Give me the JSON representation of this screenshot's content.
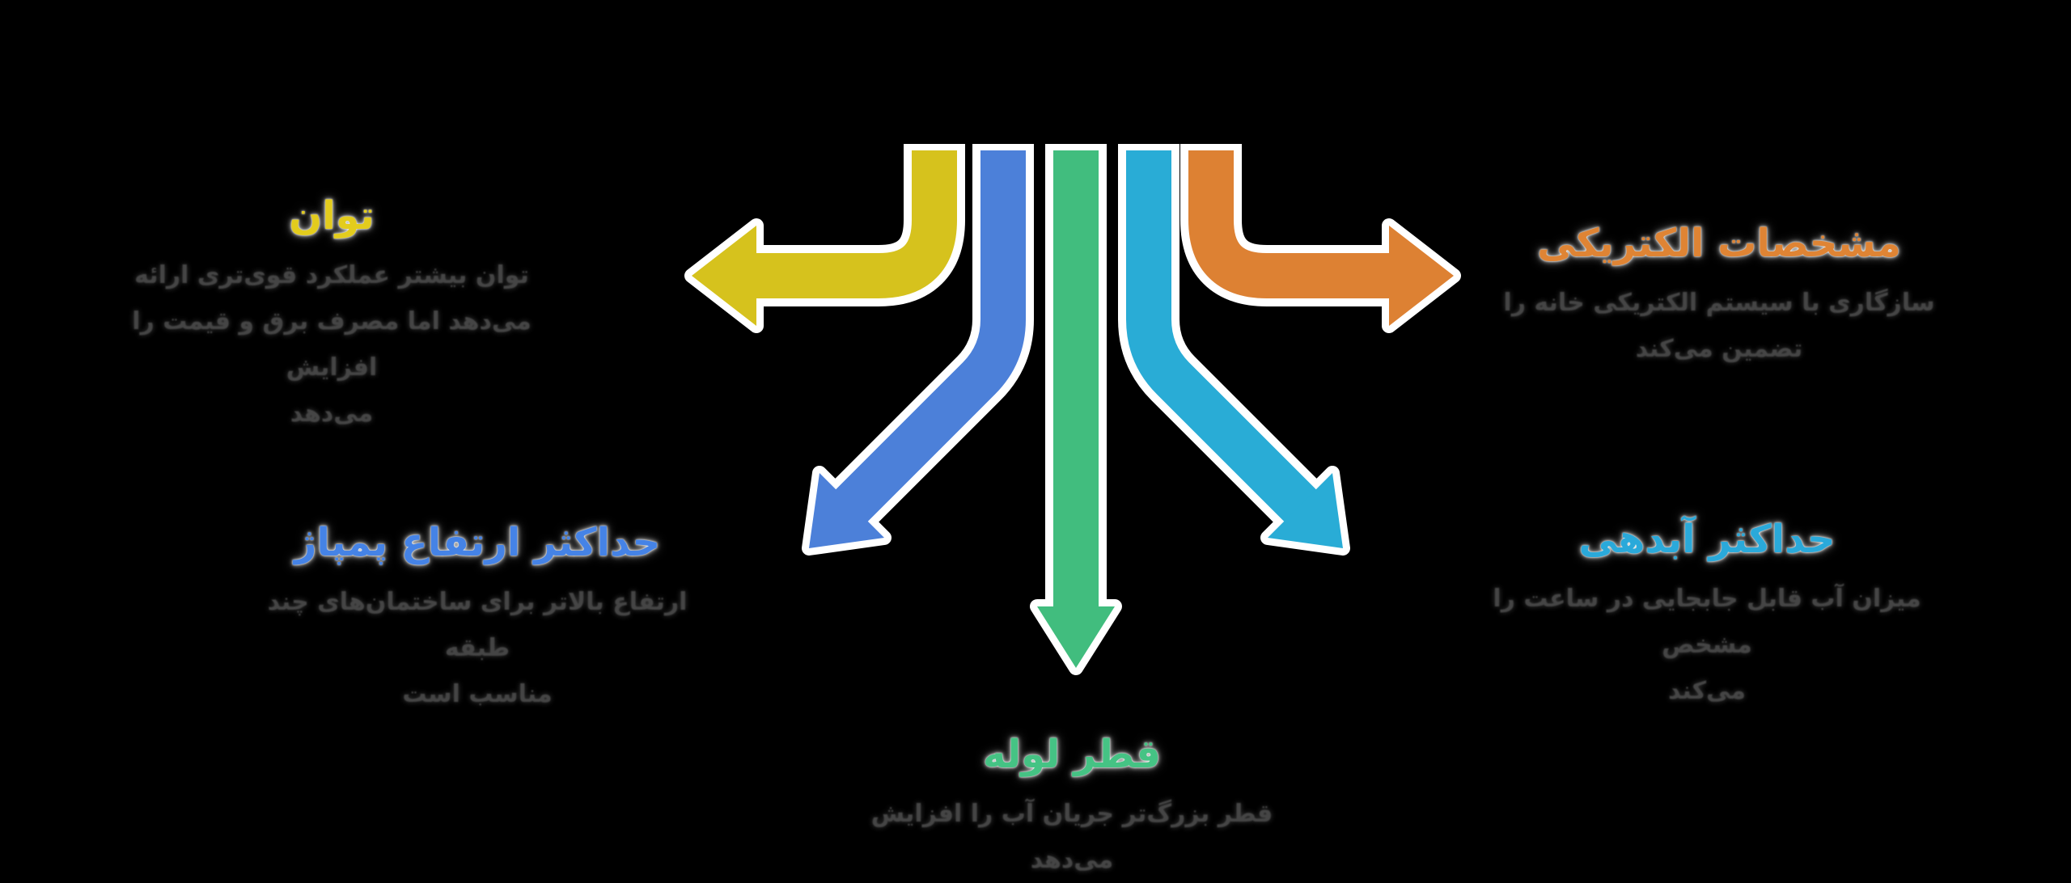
{
  "canvas": {
    "background": "#000000",
    "outline_color": "#ffffff",
    "desc_text_color": "#454545"
  },
  "items": [
    {
      "key": "power",
      "title": "توان",
      "title_color": "#e3cc1d",
      "arrow_color": "#d6c21d",
      "desc_lines": [
        "توان بیشتر عملکرد قوی‌تری ارائه",
        "می‌دهد اما مصرف برق و قیمت را افزایش",
        "می‌دهد"
      ]
    },
    {
      "key": "electrical-specs",
      "title": "مشخصات الکتریکی",
      "title_color": "#df8434",
      "arrow_color": "#dd8133",
      "desc_lines": [
        "سازگاری با سیستم الکتریکی خانه را",
        "تضمین می‌کند"
      ]
    },
    {
      "key": "max-pump-height",
      "title": "حداکثر ارتفاع پمپاژ",
      "title_color": "#4583e6",
      "arrow_color": "#4c80d9",
      "desc_lines": [
        "ارتفاع بالاتر برای ساختمان‌های چند طبقه",
        "مناسب است"
      ]
    },
    {
      "key": "max-flow",
      "title": "حداکثر آبدهی",
      "title_color": "#2aa9da",
      "arrow_color": "#29acd6",
      "desc_lines": [
        "میزان آب قابل جابجایی در ساعت را مشخص",
        "می‌کند"
      ]
    },
    {
      "key": "pipe-diameter",
      "title": "قطر لوله",
      "title_color": "#45c384",
      "arrow_color": "#41bd7e",
      "desc_lines": [
        "قطر بزرگ‌تر جریان آب را افزایش می‌دهد"
      ]
    }
  ]
}
